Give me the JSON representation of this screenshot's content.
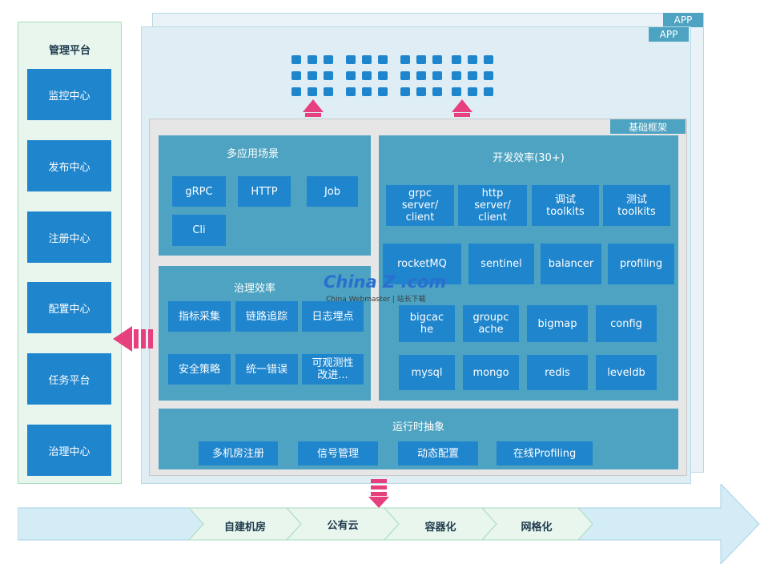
{
  "management": {
    "title": "管理平台",
    "items": [
      "监控中心",
      "发布中心",
      "注册中心",
      "配置中心",
      "任务平台",
      "治理中心"
    ]
  },
  "app": {
    "back_tag": "APP",
    "front_tag": "APP"
  },
  "framework": {
    "tag": "基础框架",
    "scenarios": {
      "title": "多应用场景",
      "items": [
        "gRPC",
        "HTTP",
        "Job",
        "Cli"
      ]
    },
    "governance": {
      "title": "治理效率",
      "items": [
        "指标采集",
        "链路追踪",
        "日志埋点",
        "安全策略",
        "统一错误",
        "可观测性\n改进..."
      ]
    },
    "dev": {
      "title": "开发效率(30+)",
      "row1": [
        "grpc\nserver/\nclient",
        "http\nserver/\nclient",
        "调试\ntoolkits",
        "测试\ntoolkits"
      ],
      "row2": [
        "rocketMQ",
        "sentinel",
        "balancer",
        "profiling"
      ],
      "row3": [
        "bigcac\nhe",
        "groupc\nache",
        "bigmap",
        "config"
      ],
      "row4": [
        "mysql",
        "mongo",
        "redis",
        "leveldb"
      ]
    },
    "runtime": {
      "title": "运行时抽象",
      "items": [
        "多机房注册",
        "信号管理",
        "动态配置",
        "在线Profiling"
      ]
    }
  },
  "environments": [
    "自建机房",
    "公有云",
    "容器化",
    "网格化"
  ],
  "watermark": {
    "logo": "China Z .com",
    "sub": "China Webmaster | 站长下载"
  },
  "colors": {
    "primary_blue": "#1f85cc",
    "block_teal": "#4da3c1",
    "arrow_pink": "#e6407f",
    "panel_green": "#e8f6ee"
  }
}
